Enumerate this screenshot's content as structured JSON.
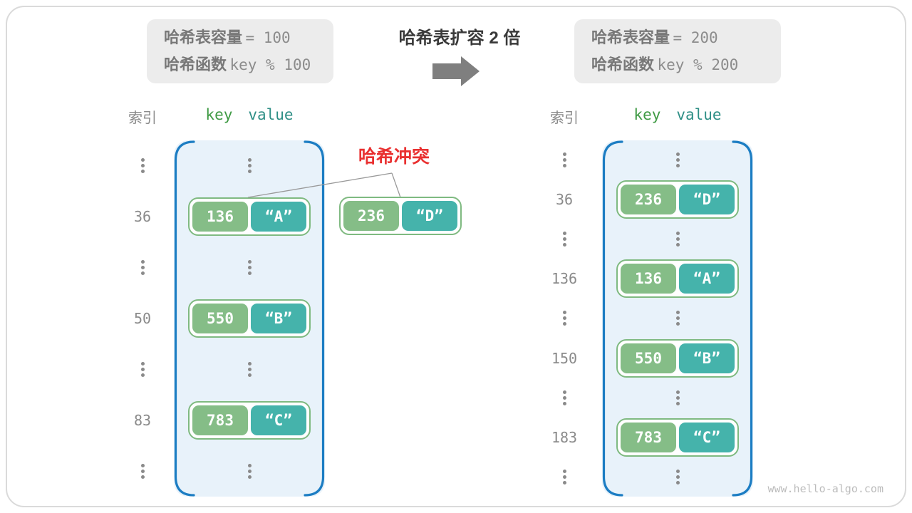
{
  "colors": {
    "accent_blue": "#1c7dc3",
    "fill_blue": "#e8f2fa",
    "key_green": "#85bd87",
    "value_teal": "#45b3ab",
    "pair_border": "#7fba81",
    "gray_text": "#8a8a8a",
    "dark_text": "#3a3a3a",
    "red_text": "#e93030",
    "box_gray": "#ececec",
    "frame_gray": "#dadada",
    "arrow_gray": "#7f7f7f",
    "watermark_gray": "#bcbcbc"
  },
  "center": {
    "title": "哈希表扩容 2 倍",
    "arrow_icon": "right-arrow-icon"
  },
  "left_panel": {
    "capacity": {
      "label": "哈希表容量",
      "value": "= 100"
    },
    "hash_fn": {
      "label": "哈希函数",
      "value": "key % 100"
    },
    "index_header": "索引",
    "key_header": "key",
    "value_header": "value",
    "rows": [
      {
        "type": "dots"
      },
      {
        "type": "entry",
        "index": "36",
        "key": "136",
        "value": "“A”"
      },
      {
        "type": "dots"
      },
      {
        "type": "entry",
        "index": "50",
        "key": "550",
        "value": "“B”"
      },
      {
        "type": "dots"
      },
      {
        "type": "entry",
        "index": "83",
        "key": "783",
        "value": "“C”"
      },
      {
        "type": "dots"
      }
    ]
  },
  "right_panel": {
    "capacity": {
      "label": "哈希表容量",
      "value": "= 200"
    },
    "hash_fn": {
      "label": "哈希函数",
      "value": "key % 200"
    },
    "index_header": "索引",
    "key_header": "key",
    "value_header": "value",
    "rows": [
      {
        "type": "dots"
      },
      {
        "type": "entry",
        "index": "36",
        "key": "236",
        "value": "“D”"
      },
      {
        "type": "dots"
      },
      {
        "type": "entry",
        "index": "136",
        "key": "136",
        "value": "“A”"
      },
      {
        "type": "dots"
      },
      {
        "type": "entry",
        "index": "150",
        "key": "550",
        "value": "“B”"
      },
      {
        "type": "dots"
      },
      {
        "type": "entry",
        "index": "183",
        "key": "783",
        "value": "“C”"
      },
      {
        "type": "dots"
      }
    ]
  },
  "collision": {
    "label": "哈希冲突",
    "pair": {
      "key": "236",
      "value": "“D”"
    }
  },
  "watermark": "www.hello-algo.com"
}
